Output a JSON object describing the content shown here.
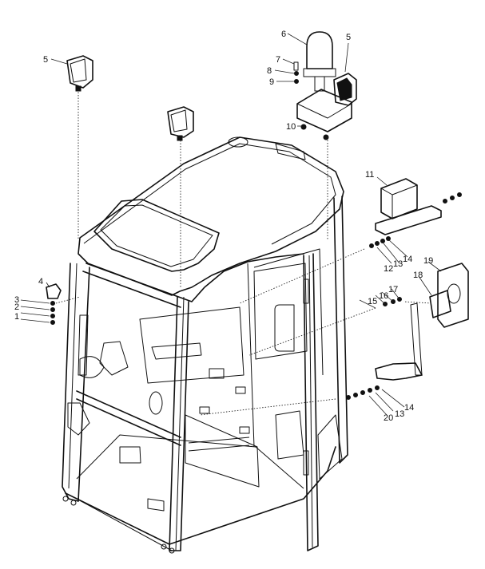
{
  "diagram": {
    "callouts": [
      {
        "id": "c6",
        "text": "6"
      },
      {
        "id": "c5a",
        "text": "5"
      },
      {
        "id": "c5b",
        "text": "5"
      },
      {
        "id": "c7",
        "text": "7"
      },
      {
        "id": "c8",
        "text": "8"
      },
      {
        "id": "c9",
        "text": "9"
      },
      {
        "id": "c10",
        "text": "10"
      },
      {
        "id": "c11",
        "text": "11"
      },
      {
        "id": "c12",
        "text": "12"
      },
      {
        "id": "c13a",
        "text": "13"
      },
      {
        "id": "c14a",
        "text": "14"
      },
      {
        "id": "c19",
        "text": "19"
      },
      {
        "id": "c18",
        "text": "18"
      },
      {
        "id": "c17",
        "text": "17"
      },
      {
        "id": "c16",
        "text": "16"
      },
      {
        "id": "c15",
        "text": "15"
      },
      {
        "id": "c4",
        "text": "4"
      },
      {
        "id": "c3",
        "text": "3"
      },
      {
        "id": "c2",
        "text": "2"
      },
      {
        "id": "c1",
        "text": "1"
      },
      {
        "id": "c14b",
        "text": "14"
      },
      {
        "id": "c20",
        "text": "20"
      },
      {
        "id": "c13b",
        "text": "13"
      }
    ]
  }
}
